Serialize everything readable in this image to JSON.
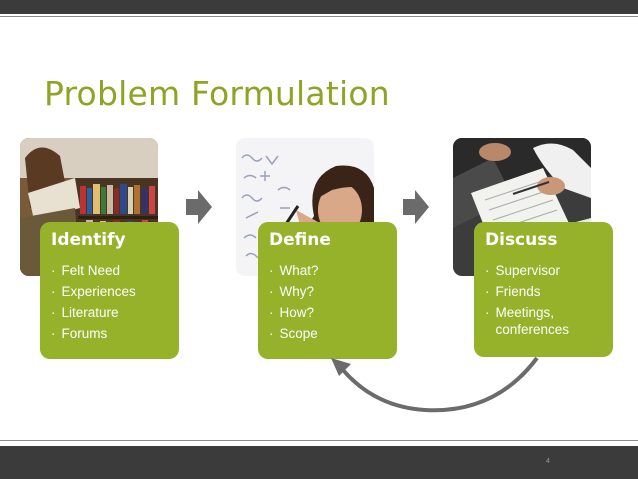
{
  "slide": {
    "title": "Problem Formulation",
    "page_number": "4"
  },
  "steps": [
    {
      "heading": "Identify",
      "items": [
        "Felt Need",
        "Experiences",
        "Literature",
        "Forums"
      ]
    },
    {
      "heading": "Define",
      "items": [
        "What?",
        "Why?",
        "How?",
        "Scope"
      ]
    },
    {
      "heading": "Discuss",
      "items": [
        "Supervisor",
        "Friends",
        "Meetings, conferences"
      ]
    }
  ],
  "colors": {
    "accent": "#95b22a",
    "title": "#8fa324",
    "bars": "#3b3b3b",
    "arrows": "#6b6b6b"
  },
  "icons": [
    "chevron-right-icon",
    "curved-back-arrow-icon"
  ]
}
